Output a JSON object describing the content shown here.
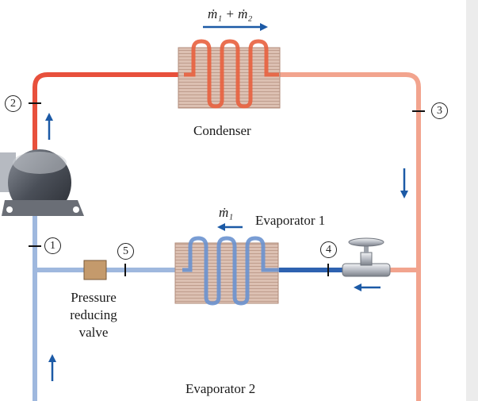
{
  "labels": {
    "condenser": "Condenser",
    "evaporator_1": "Evaporator 1",
    "evaporator_2": "Evaporator 2",
    "valve_line1": "Pressure",
    "valve_line2": "reducing",
    "valve_line3": "valve",
    "flow_top": "ṁ₁ + ṁ₂",
    "flow_evap1": "ṁ₁"
  },
  "states": {
    "s1": "1",
    "s2": "2",
    "s3": "3",
    "s4": "4",
    "s5": "5"
  },
  "colors": {
    "hot_pipe": "#e8503c",
    "warm_pipe": "#f0a08a",
    "cold_pipe": "#9fb8de",
    "dark_cold_pipe": "#2e62b0",
    "arrow": "#1c5aa6",
    "coil_box": "#d9b8a8",
    "valve_body": "#c49a6c"
  }
}
